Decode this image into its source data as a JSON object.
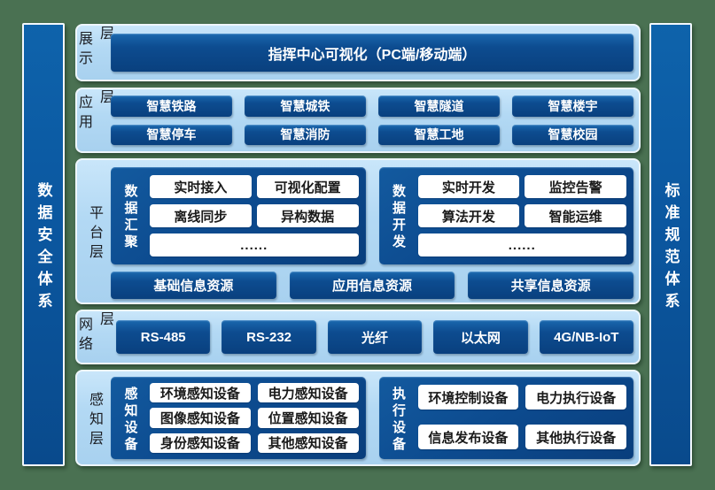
{
  "colors": {
    "background_green": "#4a7152",
    "panel_light_blue": "#b3d9f4",
    "box_dark_blue": "#0c4a8e",
    "side_bar_blue": "#0b57a0",
    "item_white": "#ffffff"
  },
  "side_bars": {
    "left_label": "数据安全体系",
    "right_label": "标准规范体系"
  },
  "layers": {
    "display": {
      "label": "展示层",
      "box": "指挥中心可视化（PC端/移动端）"
    },
    "application": {
      "label": "应用层",
      "items": [
        "智慧铁路",
        "智慧城铁",
        "智慧隧道",
        "智慧楼宇",
        "智慧停车",
        "智慧消防",
        "智慧工地",
        "智慧校园"
      ]
    },
    "platform": {
      "label": "平台层",
      "groups": [
        {
          "name": "数据汇聚",
          "items": [
            "实时接入",
            "可视化配置",
            "离线同步",
            "异构数据"
          ],
          "more": "......"
        },
        {
          "name": "数据开发",
          "items": [
            "实时开发",
            "监控告警",
            "算法开发",
            "智能运维"
          ],
          "more": "......"
        }
      ],
      "resources": [
        "基础信息资源",
        "应用信息资源",
        "共享信息资源"
      ]
    },
    "network": {
      "label": "网络层",
      "items": [
        "RS-485",
        "RS-232",
        "光纤",
        "以太网",
        "4G/NB-IoT"
      ]
    },
    "perception": {
      "label": "感知层",
      "groups": [
        {
          "name": "感知设备",
          "items": [
            "环境感知设备",
            "电力感知设备",
            "图像感知设备",
            "位置感知设备",
            "身份感知设备",
            "其他感知设备"
          ]
        },
        {
          "name": "执行设备",
          "items": [
            "环境控制设备",
            "电力执行设备",
            "信息发布设备",
            "其他执行设备"
          ]
        }
      ]
    }
  }
}
